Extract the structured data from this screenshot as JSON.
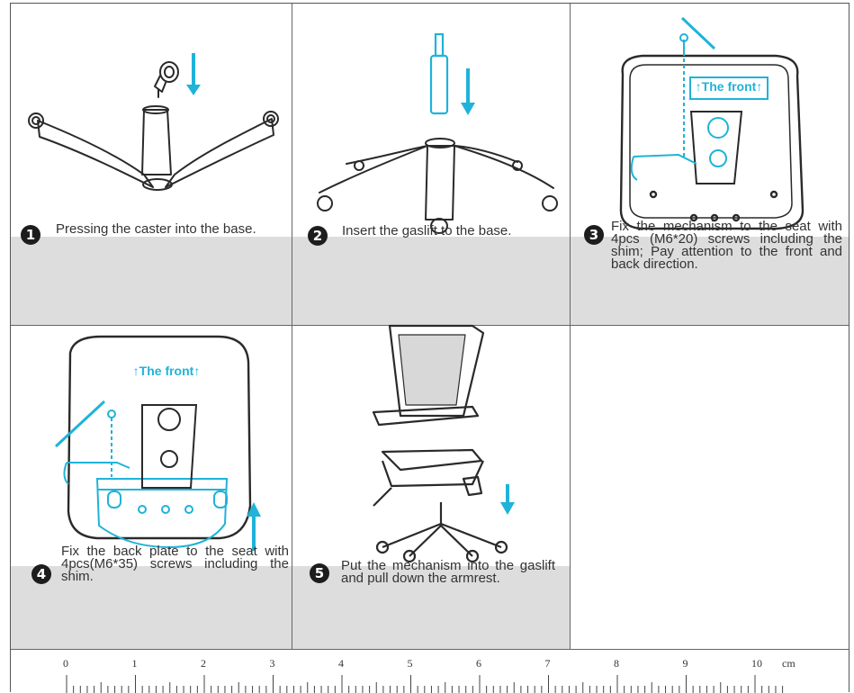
{
  "steps": [
    {
      "number": "1",
      "text": "Pressing the caster into the base."
    },
    {
      "number": "2",
      "text": "Insert the gaslift to the base."
    },
    {
      "number": "3",
      "text": "Fix the mechanism to the seat with 4pcs (M6*20) screws including the shim;  Pay attention to the front and back direction."
    },
    {
      "number": "4",
      "text": "Fix the back plate to the seat with 4pcs(M6*35) screws including the shim."
    },
    {
      "number": "5",
      "text": "Put the mechanism into the gaslift and pull down the armrest."
    }
  ],
  "labels": {
    "front_label_3": "↑The front↑",
    "front_label_4": "↑The front↑"
  },
  "ruler": {
    "ticks": [
      "0",
      "1",
      "2",
      "3",
      "4",
      "5",
      "6",
      "7",
      "8",
      "9",
      "10"
    ],
    "unit": "cm"
  },
  "colors": {
    "accent": "#1fb3d9",
    "line_art": "#2a2a2a",
    "caption_bg": "#dddddd"
  },
  "icons": [
    "arrow-down-icon",
    "arrow-up-icon",
    "caster-icon",
    "gaslift-icon",
    "chair-base-icon",
    "seat-plate-icon",
    "chair-icon",
    "screw-icon",
    "hex-key-icon"
  ]
}
